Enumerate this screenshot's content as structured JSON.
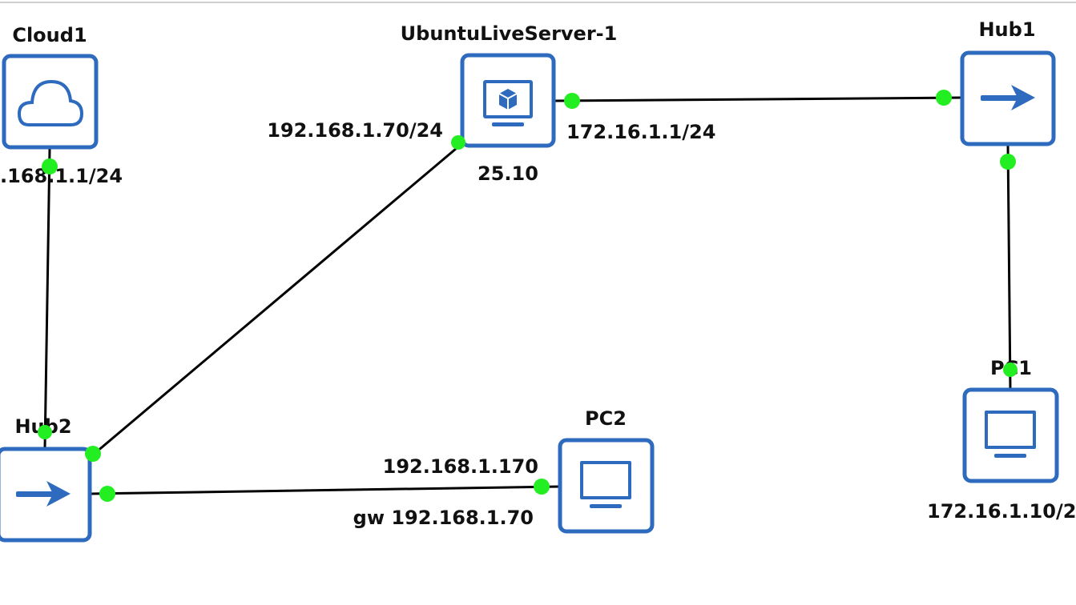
{
  "colors": {
    "node_border": "#2e6bbf",
    "port": "#22ee22",
    "link": "#000000",
    "text": "#111111"
  },
  "nodes": {
    "cloud1": {
      "name": "Cloud1",
      "icon": "cloud-icon"
    },
    "ubuntu": {
      "name": "UbuntuLiveServer-1",
      "version": "25.10",
      "icon": "server-icon"
    },
    "hub1": {
      "name": "Hub1",
      "icon": "arrow-right-icon"
    },
    "hub2": {
      "name": "Hub2",
      "icon": "arrow-right-icon"
    },
    "pc1": {
      "name": "PC1",
      "icon": "monitor-icon"
    },
    "pc2": {
      "name": "PC2",
      "icon": "monitor-icon"
    }
  },
  "labels": {
    "cloud1_ip": ".168.1.1/24",
    "ubuntu_lan_ip": "192.168.1.70/24",
    "ubuntu_wan_ip": "172.16.1.1/24",
    "pc1_ip": "172.16.1.10/2",
    "pc2_ip": "192.168.1.170",
    "pc2_gw": "gw 192.168.1.70"
  }
}
